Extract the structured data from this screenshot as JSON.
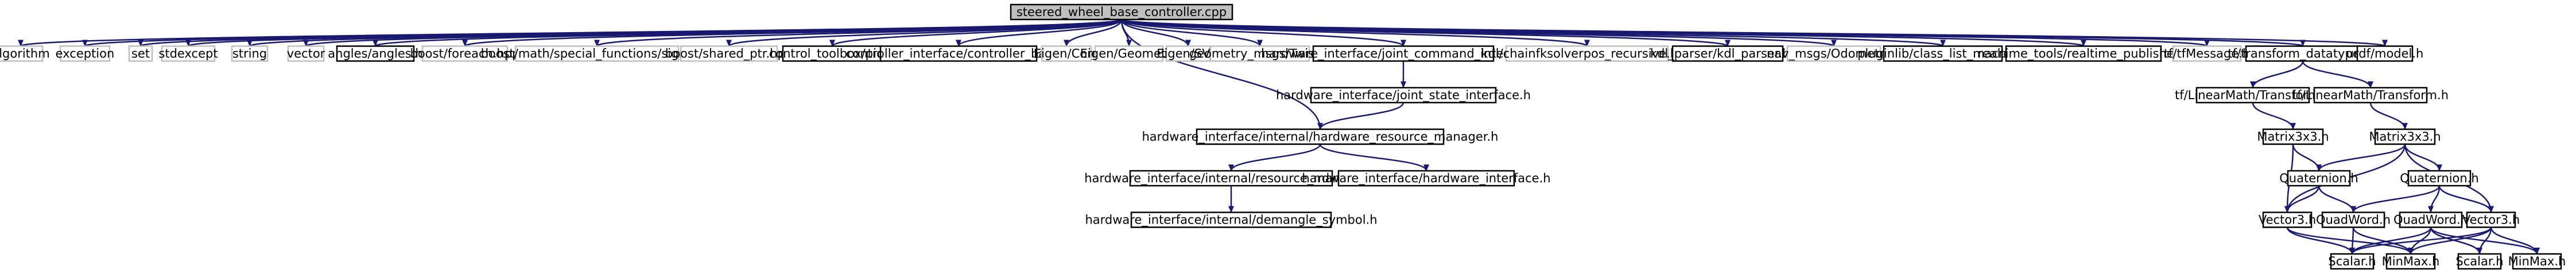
{
  "diagram": {
    "title": "steered_wheel_base_controller.cpp",
    "colors": {
      "edge": "#191970",
      "root_fill": "#bfbfbf",
      "root_border": "#000000",
      "documented_border": "#000000",
      "external_border": "#bfbfbf",
      "node_fill": "#ffffff"
    },
    "nodes": [
      {
        "id": "root",
        "label": "steered_wheel_base_controller.cpp",
        "kind": "root"
      },
      {
        "id": "algorithm",
        "label": "algorithm",
        "kind": "external"
      },
      {
        "id": "exception",
        "label": "exception",
        "kind": "external"
      },
      {
        "id": "set",
        "label": "set",
        "kind": "external"
      },
      {
        "id": "stdexcept",
        "label": "stdexcept",
        "kind": "external"
      },
      {
        "id": "string",
        "label": "string",
        "kind": "external"
      },
      {
        "id": "vector",
        "label": "vector",
        "kind": "external"
      },
      {
        "id": "angles",
        "label": "angles/angles.h",
        "kind": "documented"
      },
      {
        "id": "boost_foreach",
        "label": "boost/foreach.hpp",
        "kind": "external"
      },
      {
        "id": "boost_sign",
        "label": "boost/math/special_functions/sign.hpp",
        "kind": "external"
      },
      {
        "id": "boost_shared",
        "label": "boost/shared_ptr.hpp",
        "kind": "external"
      },
      {
        "id": "pid",
        "label": "control_toolbox/pid.h",
        "kind": "documented"
      },
      {
        "id": "ctrl_base",
        "label": "controller_interface/controller_base.h",
        "kind": "documented"
      },
      {
        "id": "eigen_core",
        "label": "Eigen/Core",
        "kind": "external"
      },
      {
        "id": "eigen_geom",
        "label": "Eigen/Geometry",
        "kind": "external"
      },
      {
        "id": "eigen_svd",
        "label": "Eigen/SVD",
        "kind": "external"
      },
      {
        "id": "twist",
        "label": "geometry_msgs/Twist.h",
        "kind": "external"
      },
      {
        "id": "jci",
        "label": "hardware_interface/joint_command_interface.h",
        "kind": "documented"
      },
      {
        "id": "kdl_chain",
        "label": "kdl/chainfksolverpos_recursive.hpp",
        "kind": "external"
      },
      {
        "id": "kdl_parser",
        "label": "kdl_parser/kdl_parser.hpp",
        "kind": "documented"
      },
      {
        "id": "odometry",
        "label": "nav_msgs/Odometry.h",
        "kind": "external"
      },
      {
        "id": "pluginlib",
        "label": "pluginlib/class_list_macros.h",
        "kind": "documented"
      },
      {
        "id": "rt_pub",
        "label": "realtime_tools/realtime_publisher.h",
        "kind": "documented"
      },
      {
        "id": "tfmsg",
        "label": "tf/tfMessage.h",
        "kind": "external"
      },
      {
        "id": "tf_dt",
        "label": "tf/transform_datatypes.h",
        "kind": "documented"
      },
      {
        "id": "urdf",
        "label": "urdf/model.h",
        "kind": "documented"
      },
      {
        "id": "jsi",
        "label": "hardware_interface/joint_state_interface.h",
        "kind": "documented"
      },
      {
        "id": "hrm",
        "label": "hardware_interface/internal/hardware_resource_manager.h",
        "kind": "documented"
      },
      {
        "id": "rm",
        "label": "hardware_interface/internal/resource_manager.h",
        "kind": "documented"
      },
      {
        "id": "hi",
        "label": "hardware_interface/hardware_interface.h",
        "kind": "documented"
      },
      {
        "id": "demangle",
        "label": "hardware_interface/internal/demangle_symbol.h",
        "kind": "documented"
      },
      {
        "id": "tflm_t1",
        "label": "tf/LinearMath/Transform.h",
        "kind": "documented"
      },
      {
        "id": "tflm_t2",
        "label": "tf/LinearMath/Transform.h",
        "kind": "documented"
      },
      {
        "id": "m1",
        "label": "Matrix3x3.h",
        "kind": "documented"
      },
      {
        "id": "m2",
        "label": "Matrix3x3.h",
        "kind": "documented"
      },
      {
        "id": "q1",
        "label": "Quaternion.h",
        "kind": "documented"
      },
      {
        "id": "q2",
        "label": "Quaternion.h",
        "kind": "documented"
      },
      {
        "id": "v1",
        "label": "Vector3.h",
        "kind": "documented"
      },
      {
        "id": "qw1",
        "label": "QuadWord.h",
        "kind": "documented"
      },
      {
        "id": "qw2",
        "label": "QuadWord.h",
        "kind": "documented"
      },
      {
        "id": "v2",
        "label": "Vector3.h",
        "kind": "documented"
      },
      {
        "id": "s1",
        "label": "Scalar.h",
        "kind": "documented"
      },
      {
        "id": "mm1",
        "label": "MinMax.h",
        "kind": "documented"
      },
      {
        "id": "s2",
        "label": "Scalar.h",
        "kind": "documented"
      },
      {
        "id": "mm2",
        "label": "MinMax.h",
        "kind": "documented"
      }
    ],
    "edges": [
      [
        "root",
        "algorithm"
      ],
      [
        "root",
        "exception"
      ],
      [
        "root",
        "set"
      ],
      [
        "root",
        "stdexcept"
      ],
      [
        "root",
        "string"
      ],
      [
        "root",
        "vector"
      ],
      [
        "root",
        "angles"
      ],
      [
        "root",
        "boost_foreach"
      ],
      [
        "root",
        "boost_sign"
      ],
      [
        "root",
        "boost_shared"
      ],
      [
        "root",
        "pid"
      ],
      [
        "root",
        "ctrl_base"
      ],
      [
        "root",
        "eigen_core"
      ],
      [
        "root",
        "eigen_geom"
      ],
      [
        "root",
        "eigen_svd"
      ],
      [
        "root",
        "twist"
      ],
      [
        "root",
        "jci"
      ],
      [
        "root",
        "kdl_chain"
      ],
      [
        "root",
        "kdl_parser"
      ],
      [
        "root",
        "odometry"
      ],
      [
        "root",
        "pluginlib"
      ],
      [
        "root",
        "rt_pub"
      ],
      [
        "root",
        "tfmsg"
      ],
      [
        "root",
        "tf_dt"
      ],
      [
        "root",
        "urdf"
      ],
      [
        "root",
        "hrm"
      ],
      [
        "jci",
        "jsi"
      ],
      [
        "jsi",
        "hrm"
      ],
      [
        "hrm",
        "rm"
      ],
      [
        "hrm",
        "hi"
      ],
      [
        "rm",
        "demangle"
      ],
      [
        "tf_dt",
        "tflm_t1"
      ],
      [
        "tf_dt",
        "tflm_t2"
      ],
      [
        "tflm_t1",
        "m1"
      ],
      [
        "tflm_t2",
        "m2"
      ],
      [
        "m1",
        "q1"
      ],
      [
        "m1",
        "v1"
      ],
      [
        "q1",
        "qw1"
      ],
      [
        "q1",
        "v1"
      ],
      [
        "m2",
        "q1"
      ],
      [
        "m2",
        "q2"
      ],
      [
        "m2",
        "v1"
      ],
      [
        "m2",
        "v2"
      ],
      [
        "q2",
        "qw1"
      ],
      [
        "q2",
        "qw2"
      ],
      [
        "q2",
        "v2"
      ],
      [
        "v1",
        "s1"
      ],
      [
        "v1",
        "mm1"
      ],
      [
        "qw1",
        "s1"
      ],
      [
        "qw1",
        "mm1"
      ],
      [
        "qw2",
        "s1"
      ],
      [
        "qw2",
        "mm1"
      ],
      [
        "qw2",
        "s2"
      ],
      [
        "qw2",
        "mm2"
      ],
      [
        "v2",
        "s1"
      ],
      [
        "v2",
        "mm1"
      ],
      [
        "v2",
        "s2"
      ],
      [
        "v2",
        "mm2"
      ]
    ]
  }
}
